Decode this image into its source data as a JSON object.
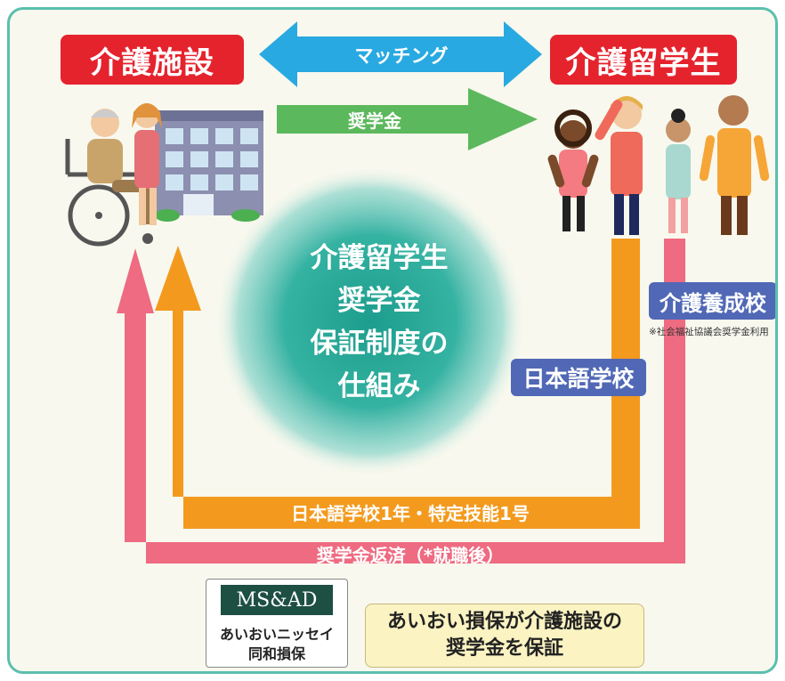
{
  "labels": {
    "facility": "介護施設",
    "students": "介護留学生",
    "matching": "マッチング",
    "scholarship": "奨学金",
    "kaigo_school": "介護養成校",
    "kaigo_note": "※社会福祉協議会奨学金利用",
    "japanese_school": "日本語学校",
    "orange_path": "日本語学校1年・特定技能1号",
    "pink_path": "奨学金返済（*就職後）"
  },
  "center": {
    "line1": "介護留学生",
    "line2": "奨学金",
    "line3": "保証制度の",
    "line4": "仕組み"
  },
  "insurer": {
    "logo": "MS&AD",
    "name_line1": "あいおいニッセイ",
    "name_line2": "同和損保"
  },
  "guarantee": {
    "line1": "あいおい損保が介護施設の",
    "line2": "奨学金を保証"
  },
  "colors": {
    "frame": "#5bbfae",
    "red_label": "#e5232d",
    "blue_arrow": "#29a9e1",
    "green_arrow": "#5cb85c",
    "orange_arrow": "#f39a1e",
    "pink_arrow": "#ee6b81",
    "school_label": "#5068b5",
    "center_circle": "#2fa99a"
  }
}
